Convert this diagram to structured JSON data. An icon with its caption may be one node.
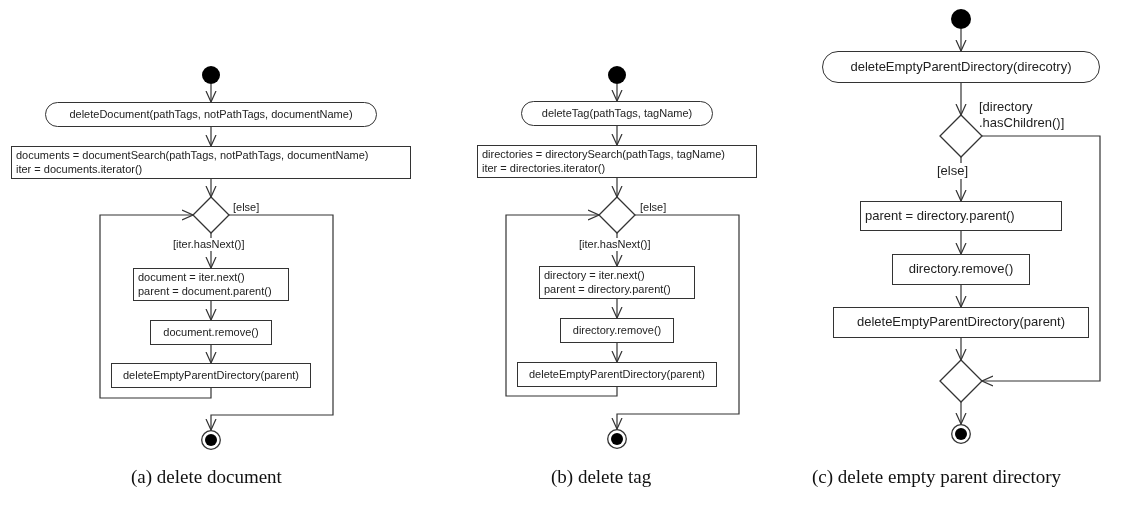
{
  "diagram": {
    "nodes": [
      {
        "text": [],
        "shape": "circle"
      },
      {
        "text": [
          "deleteDocument(pathTags, notPathTags, documentName)"
        ]
      },
      {
        "text": [
          "documents = documentSearch(pathTags, notPathTags, documentName)",
          "iter = documents.iterator()"
        ]
      },
      {
        "text": [],
        "shape": "diamond"
      },
      {
        "text": [
          "document = iter.next()",
          "parent = document.parent()"
        ]
      },
      {
        "text": [
          "document.remove()"
        ]
      },
      {
        "text": [
          "deleteEmptyParentDirectory(parent)"
        ]
      },
      {
        "text": [],
        "shape": "bullseye"
      },
      {
        "text": [],
        "shape": "circle"
      },
      {
        "text": [
          "deleteTag(pathTags, tagName)"
        ]
      },
      {
        "text": [
          "directories = directorySearch(pathTags, tagName)",
          "iter = directories.iterator()"
        ]
      },
      {
        "text": [],
        "shape": "diamond"
      },
      {
        "text": [
          "directory = iter.next()",
          "parent = directory.parent()"
        ]
      },
      {
        "text": [
          "directory.remove()"
        ]
      },
      {
        "text": [
          "deleteEmptyParentDirectory(parent)"
        ]
      },
      {
        "text": [],
        "shape": "bullseye"
      },
      {
        "text": [],
        "shape": "circle"
      },
      {
        "text": [
          "deleteEmptyParentDirectory(direcotry)"
        ]
      },
      {
        "text": [],
        "shape": "diamond"
      },
      {
        "text": [
          "parent = directory.parent()"
        ]
      },
      {
        "text": [
          "directory.remove()"
        ]
      },
      {
        "text": [
          "deleteEmptyParentDirectory(parent)"
        ]
      },
      {
        "text": [],
        "shape": "diamond"
      },
      {
        "text": [],
        "shape": "bullseye"
      }
    ],
    "edges": [
      {
        "from": 0,
        "to": 1,
        "arrow": "to"
      },
      {
        "from": 1,
        "to": 2,
        "arrow": "to"
      },
      {
        "from": 2,
        "to": 3,
        "arrow": "to"
      },
      {
        "from": 3,
        "to": 4,
        "arrow": "to",
        "label": "[iter.hasNext()]"
      },
      {
        "from": 4,
        "to": 5,
        "arrow": "to"
      },
      {
        "from": 5,
        "to": 6,
        "arrow": "to"
      },
      {
        "from": 6,
        "to": 3,
        "arrow": "to"
      },
      {
        "from": 3,
        "to": 7,
        "arrow": "to",
        "label": "[else]"
      },
      {
        "from": 8,
        "to": 9,
        "arrow": "to"
      },
      {
        "from": 9,
        "to": 10,
        "arrow": "to"
      },
      {
        "from": 10,
        "to": 11,
        "arrow": "to"
      },
      {
        "from": 11,
        "to": 12,
        "arrow": "to",
        "label": "[iter.hasNext()]"
      },
      {
        "from": 12,
        "to": 13,
        "arrow": "to"
      },
      {
        "from": 13,
        "to": 14,
        "arrow": "to"
      },
      {
        "from": 14,
        "to": 11,
        "arrow": "to"
      },
      {
        "from": 11,
        "to": 15,
        "arrow": "to",
        "label": "[else]"
      },
      {
        "from": 16,
        "to": 17,
        "arrow": "to"
      },
      {
        "from": 17,
        "to": 18,
        "arrow": "to"
      },
      {
        "from": 18,
        "to": 19,
        "arrow": "to",
        "label": "[else]"
      },
      {
        "from": 19,
        "to": 20,
        "arrow": "to"
      },
      {
        "from": 20,
        "to": 21,
        "arrow": "to"
      },
      {
        "from": 21,
        "to": 22,
        "arrow": "to"
      },
      {
        "from": 18,
        "to": 22,
        "arrow": "to",
        "label": "[directory .hasChildren()]"
      },
      {
        "from": 22,
        "to": 23,
        "arrow": "to"
      }
    ],
    "labels": [
      "(a) delete document",
      "(b) delete tag",
      "(c) delete empty parent directory"
    ]
  }
}
